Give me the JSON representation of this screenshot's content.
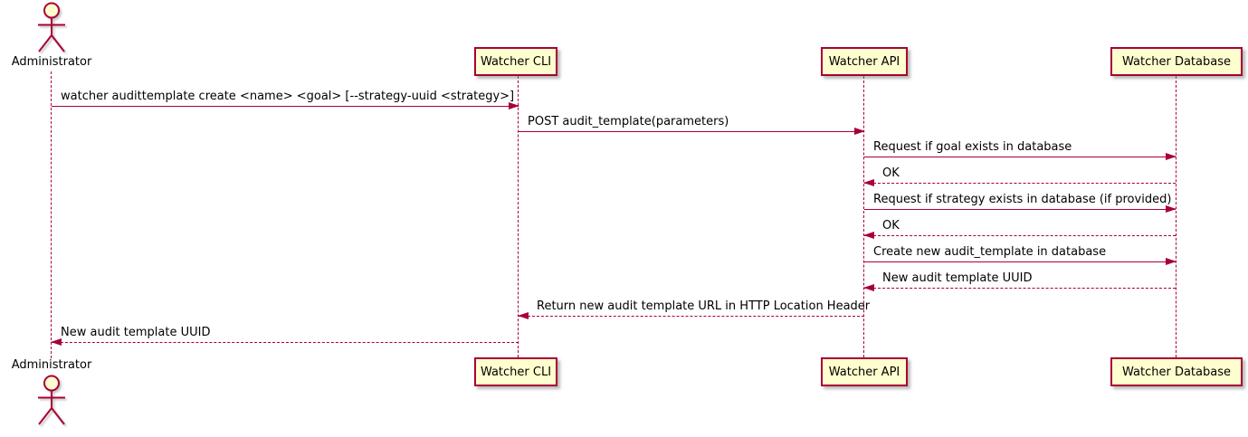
{
  "diagram": {
    "type": "sequence",
    "colors": {
      "participant_fill": "#FEFECE",
      "participant_border": "#A80036",
      "line": "#A80036",
      "text": "#000000"
    },
    "participants": [
      {
        "id": "administrator",
        "label": "Administrator",
        "kind": "actor"
      },
      {
        "id": "watcher-cli",
        "label": "Watcher CLI",
        "kind": "participant"
      },
      {
        "id": "watcher-api",
        "label": "Watcher API",
        "kind": "participant"
      },
      {
        "id": "watcher-database",
        "label": "Watcher Database",
        "kind": "participant"
      }
    ],
    "messages": [
      {
        "from": "Administrator",
        "to": "Watcher CLI",
        "label": "watcher audittemplate create <name> <goal> [--strategy-uuid <strategy>]",
        "line": "solid"
      },
      {
        "from": "Watcher CLI",
        "to": "Watcher API",
        "label": "POST audit_template(parameters)",
        "line": "solid"
      },
      {
        "from": "Watcher API",
        "to": "Watcher Database",
        "label": "Request if goal exists in database",
        "line": "solid"
      },
      {
        "from": "Watcher Database",
        "to": "Watcher API",
        "label": "OK",
        "line": "dashed"
      },
      {
        "from": "Watcher API",
        "to": "Watcher Database",
        "label": "Request if strategy exists in database (if provided)",
        "line": "solid"
      },
      {
        "from": "Watcher Database",
        "to": "Watcher API",
        "label": "OK",
        "line": "dashed"
      },
      {
        "from": "Watcher API",
        "to": "Watcher Database",
        "label": "Create new audit_template in database",
        "line": "solid"
      },
      {
        "from": "Watcher Database",
        "to": "Watcher API",
        "label": "New audit template UUID",
        "line": "dashed"
      },
      {
        "from": "Watcher API",
        "to": "Watcher CLI",
        "label": "Return new audit template URL in HTTP Location Header",
        "line": "dashed"
      },
      {
        "from": "Watcher CLI",
        "to": "Administrator",
        "label": "New audit template UUID",
        "line": "dashed"
      }
    ]
  }
}
